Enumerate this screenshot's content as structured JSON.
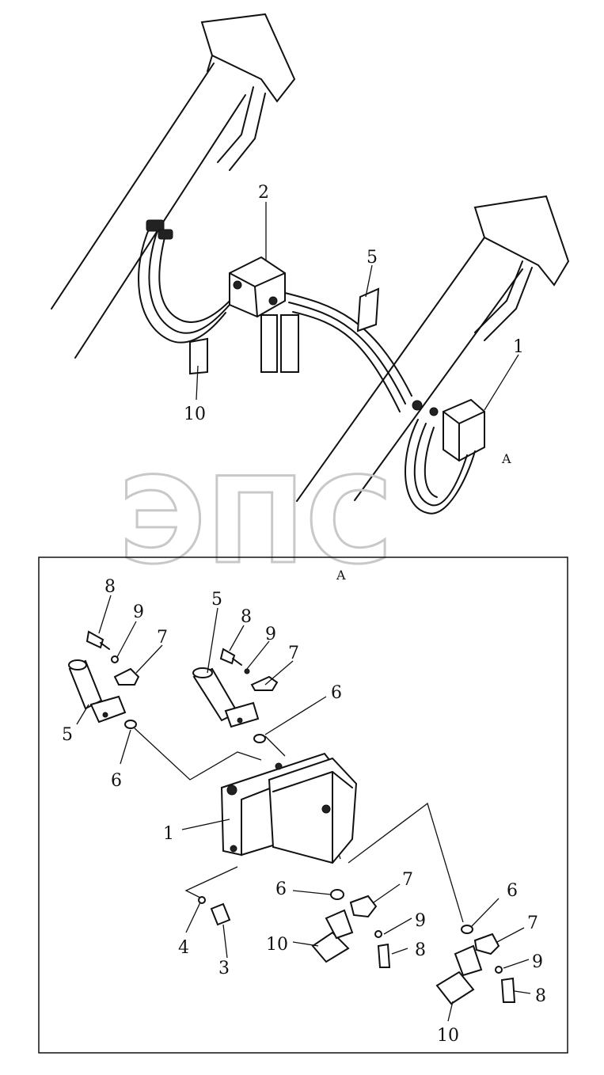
{
  "watermark": "ЭПС",
  "view_label_upper": "A",
  "view_label_detail": "A",
  "callouts": {
    "upper_2": "2",
    "upper_5": "5",
    "upper_1": "1",
    "upper_10": "10",
    "d_8a": "8",
    "d_9a": "9",
    "d_7a": "7",
    "d_5a": "5",
    "d_6a": "6",
    "d_5b": "5",
    "d_8b": "8",
    "d_9b": "9",
    "d_7b": "7",
    "d_6b": "6",
    "d_1": "1",
    "d_6c": "6",
    "d_7c": "7",
    "d_9c": "9",
    "d_8c": "8",
    "d_10a": "10",
    "d_4": "4",
    "d_3": "3",
    "d_6d": "6",
    "d_7d": "7",
    "d_9d": "9",
    "d_8d": "8",
    "d_10b": "10"
  }
}
